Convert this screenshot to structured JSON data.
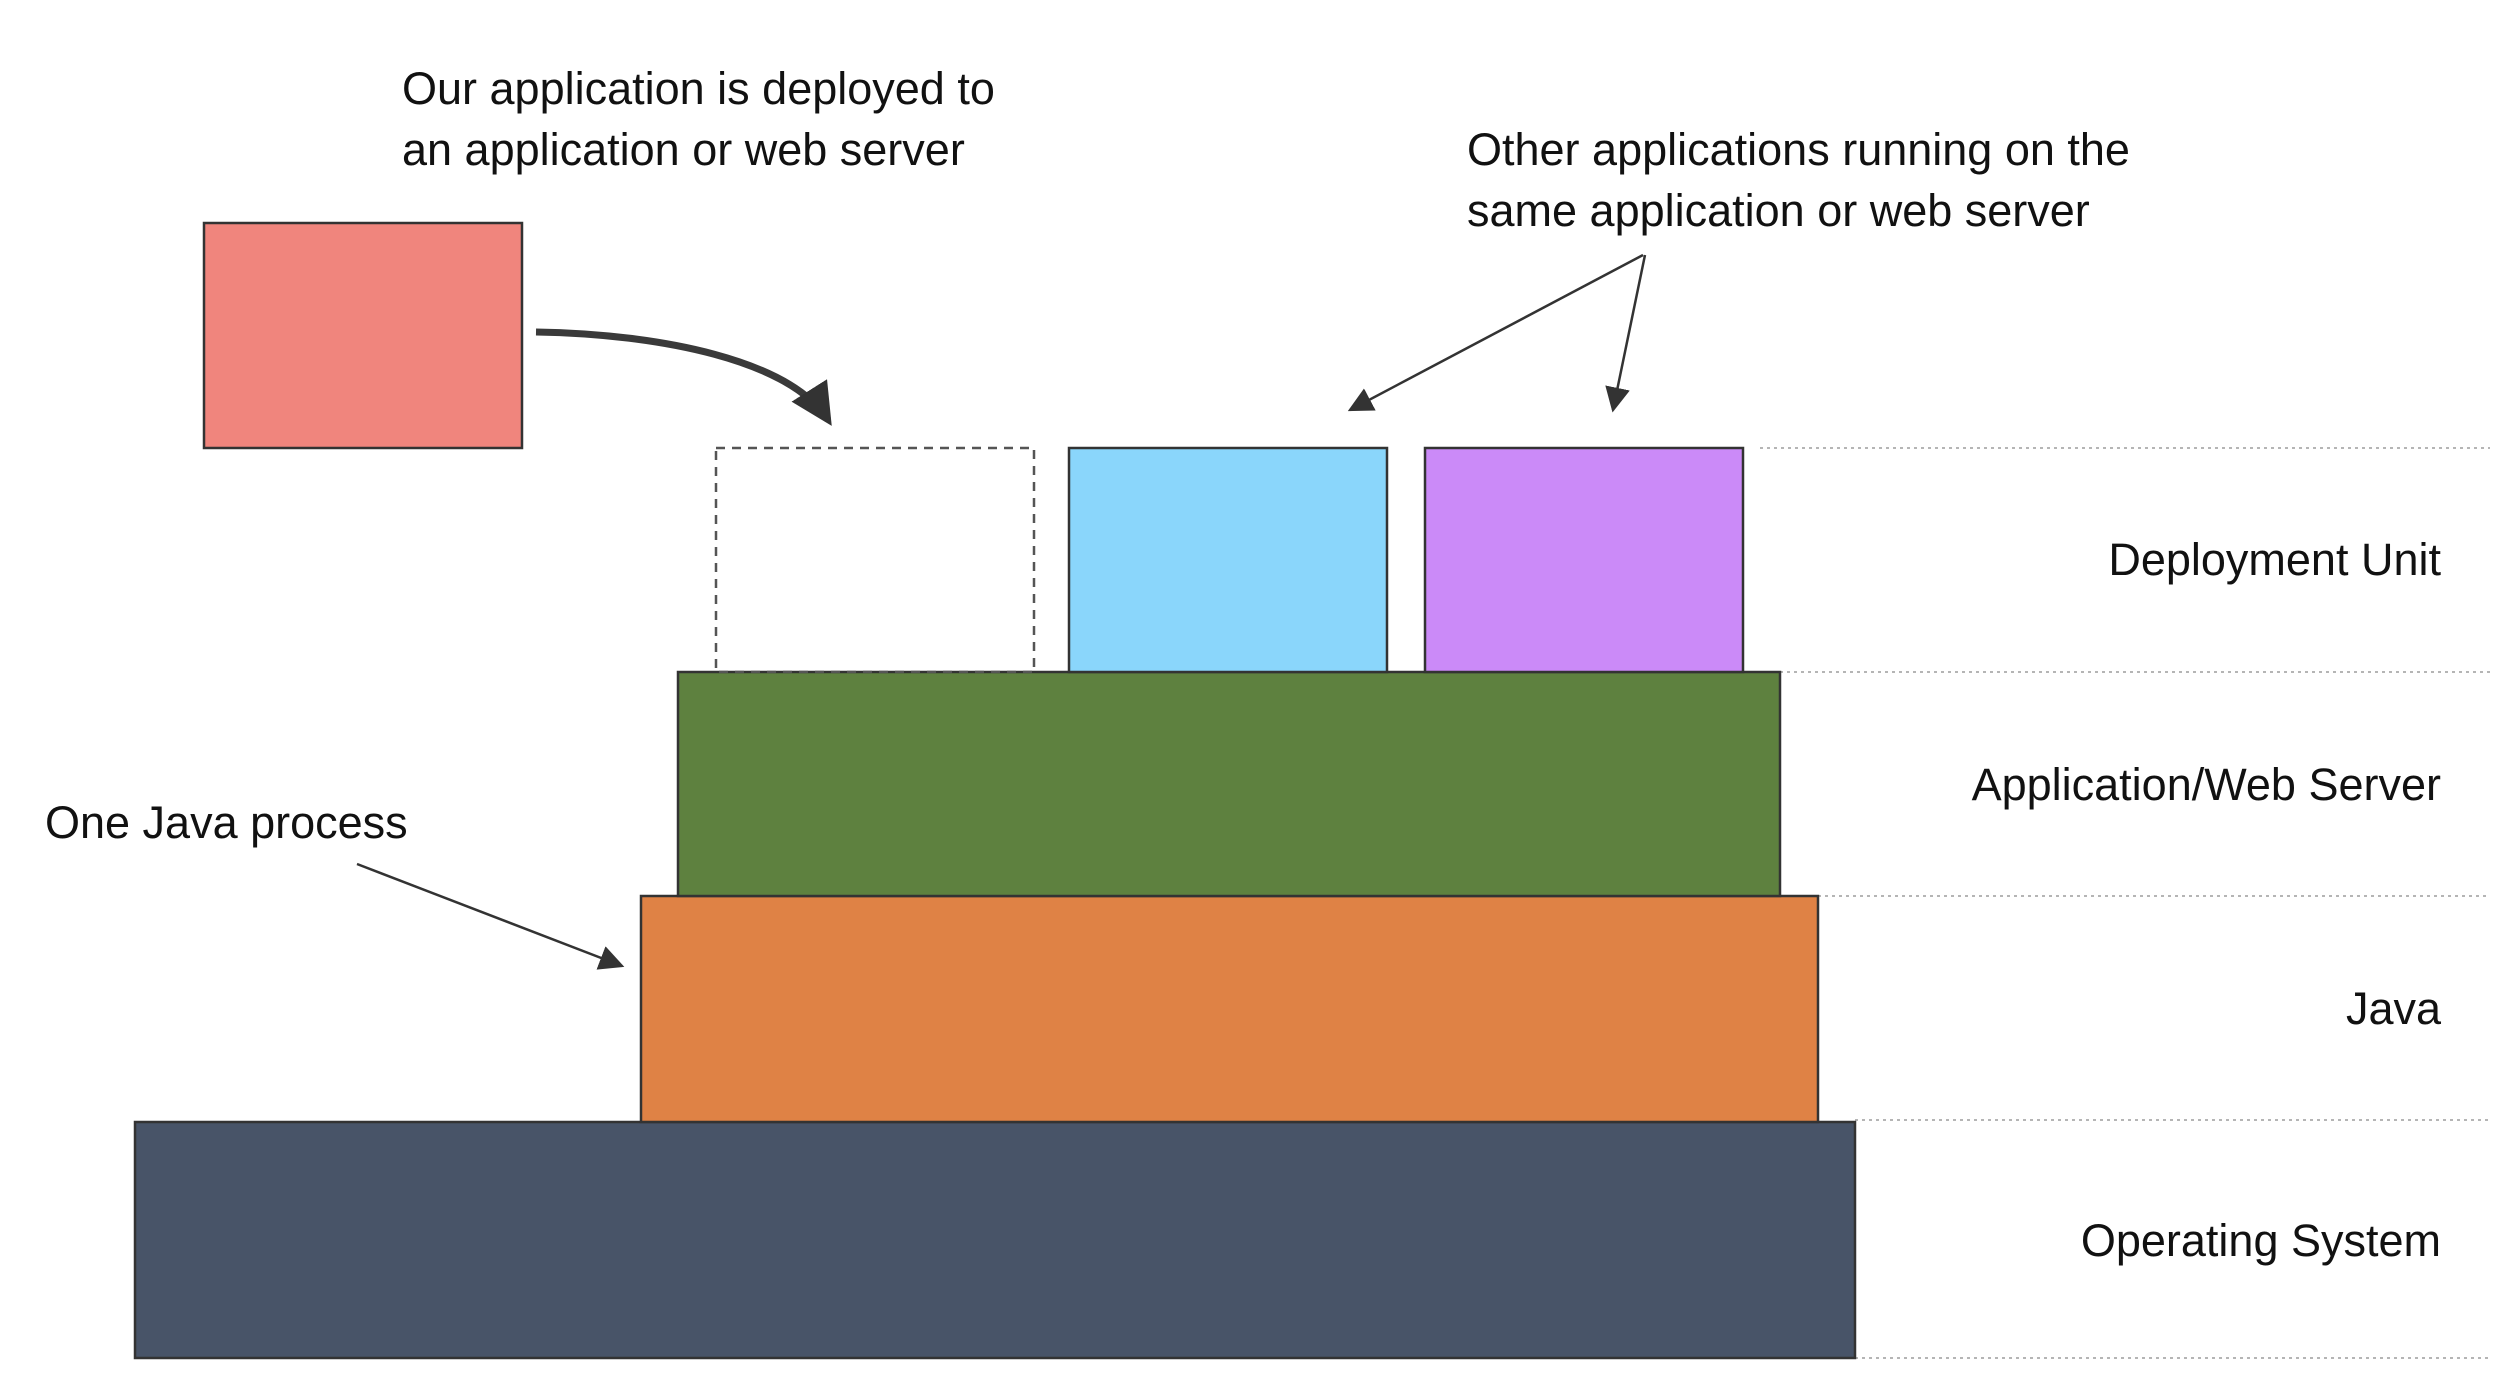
{
  "annotations": {
    "deployed": {
      "line1": "Our application is deployed to",
      "line2": "an application or web server"
    },
    "others": {
      "line1": "Other applications running on the",
      "line2": "same application or web server"
    },
    "java_process": "One Java process"
  },
  "layers": {
    "deployment_unit": "Deployment Unit",
    "app_server": "Application/Web Server",
    "java": "Java",
    "os": "Operating System"
  },
  "colors": {
    "our_app": "#F0857D",
    "other_app_1": "#8AD6FB",
    "other_app_2": "#CB8AF8",
    "app_server": "#5E813F",
    "java": "#DF8245",
    "os": "#485468"
  }
}
